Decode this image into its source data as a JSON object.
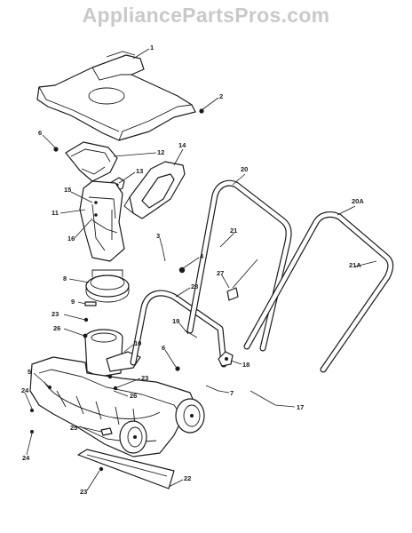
{
  "watermark": "AppliancePartsPros.com",
  "callouts": [
    {
      "id": "c1",
      "text": "1"
    },
    {
      "id": "c2",
      "text": "2"
    },
    {
      "id": "c3",
      "text": "3"
    },
    {
      "id": "c4",
      "text": "4"
    },
    {
      "id": "c5",
      "text": "5"
    },
    {
      "id": "c6a",
      "text": "6"
    },
    {
      "id": "c6b",
      "text": "6"
    },
    {
      "id": "c7",
      "text": "7"
    },
    {
      "id": "c8",
      "text": "8"
    },
    {
      "id": "c9",
      "text": "9"
    },
    {
      "id": "c10",
      "text": "10"
    },
    {
      "id": "c11",
      "text": "11"
    },
    {
      "id": "c12",
      "text": "12"
    },
    {
      "id": "c13",
      "text": "13"
    },
    {
      "id": "c14",
      "text": "14"
    },
    {
      "id": "c15",
      "text": "15"
    },
    {
      "id": "c16",
      "text": "16"
    },
    {
      "id": "c17",
      "text": "17"
    },
    {
      "id": "c18",
      "text": "18"
    },
    {
      "id": "c19",
      "text": "19"
    },
    {
      "id": "c20",
      "text": "20"
    },
    {
      "id": "c20A",
      "text": "20A"
    },
    {
      "id": "c21",
      "text": "21"
    },
    {
      "id": "c21A",
      "text": "21A"
    },
    {
      "id": "c22",
      "text": "22"
    },
    {
      "id": "c23a",
      "text": "23"
    },
    {
      "id": "c23b",
      "text": "23"
    },
    {
      "id": "c23c",
      "text": "23"
    },
    {
      "id": "c24a",
      "text": "24"
    },
    {
      "id": "c24b",
      "text": "24"
    },
    {
      "id": "c25",
      "text": "25"
    },
    {
      "id": "c26a",
      "text": "26"
    },
    {
      "id": "c26b",
      "text": "26"
    },
    {
      "id": "c27",
      "text": "27"
    },
    {
      "id": "c28",
      "text": "28"
    }
  ]
}
